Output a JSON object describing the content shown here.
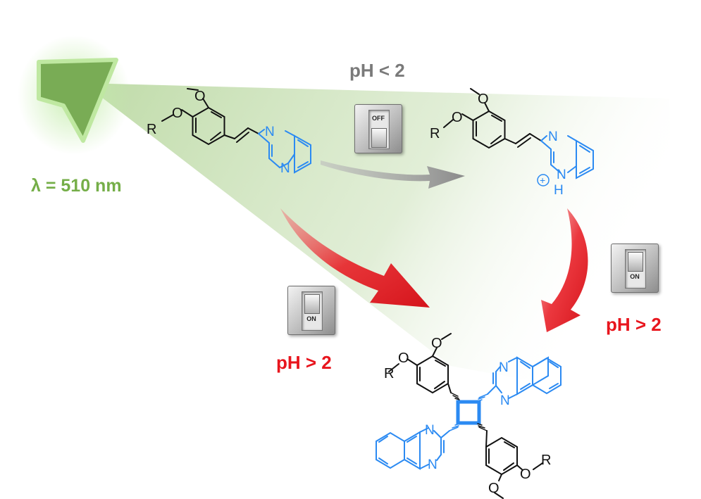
{
  "light": {
    "wavelength_label": "λ = 510 nm",
    "color": "#75ae48"
  },
  "conditions": {
    "acid": "pH < 2",
    "base_left": "pH > 2",
    "base_right": "pH > 2"
  },
  "switches": {
    "off": "OFF",
    "on_left": "ON",
    "on_right": "ON"
  },
  "atoms": {
    "methoxy_o": "O",
    "ether_o": "O",
    "r_group": "R",
    "nitrogen": "N",
    "protonated_n": "H",
    "plus": "+"
  },
  "colors": {
    "heterocycle": "#2b8af2",
    "red_arrow": "#e8151d",
    "grey_arrow": "#8f8f8f",
    "cond_grey": "#7a7a7a"
  }
}
